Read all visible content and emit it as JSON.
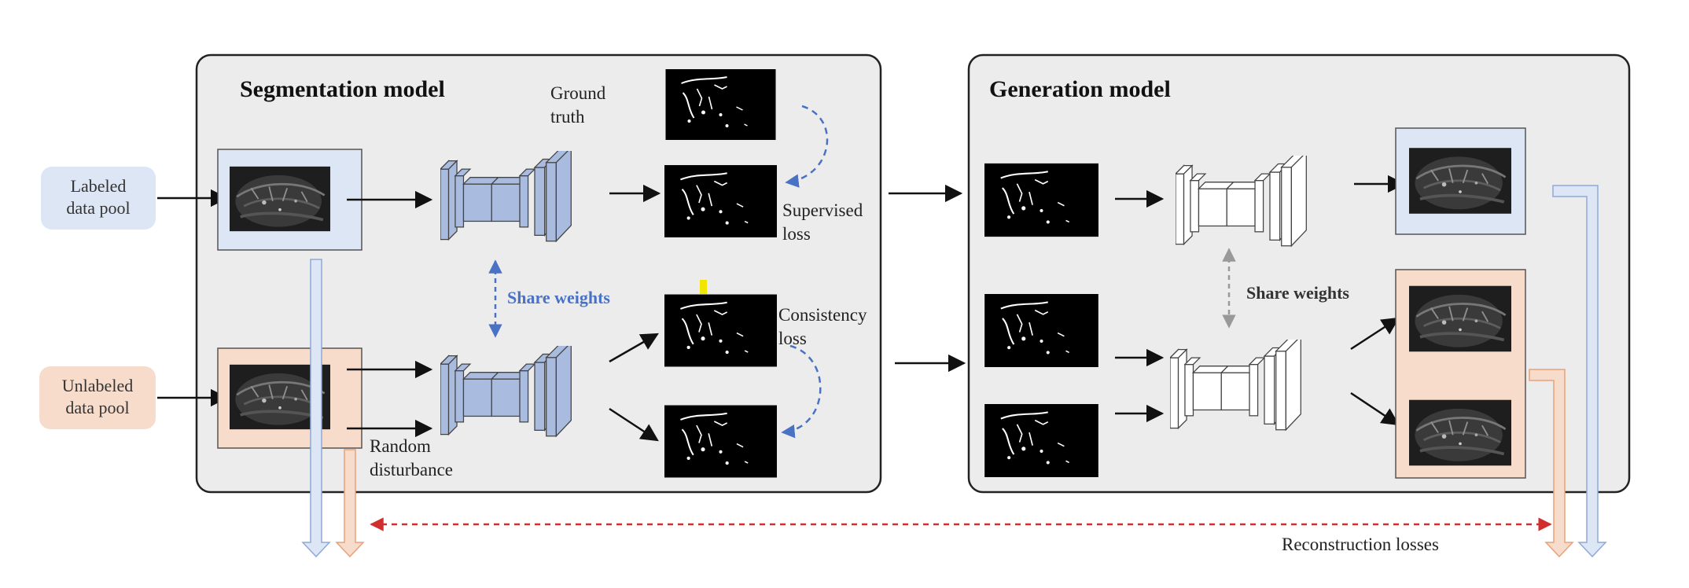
{
  "segmentation_title": "Segmentation model",
  "generation_title": "Generation model",
  "labeled_pool": [
    "Labeled",
    "data pool"
  ],
  "unlabeled_pool": [
    "Unlabeled",
    "data pool"
  ],
  "ground_truth": [
    "Ground",
    "truth"
  ],
  "supervised_loss": [
    "Supervised",
    "loss"
  ],
  "consistency_loss": [
    "Consistency",
    "loss"
  ],
  "random_disturbance": [
    "Random",
    "disturbance"
  ],
  "share_weights_seg": "Share weights",
  "share_weights_gen": "Share weights",
  "reconstruction_losses": "Reconstruction losses",
  "colors": {
    "labeled_fill": "#dce6f5",
    "unlabeled_fill": "#f8dccb",
    "panel_fill": "#ececec",
    "network_blue": "#a9bcdf",
    "share_blue": "#4a72c4",
    "recon_red": "#d12f2f"
  }
}
